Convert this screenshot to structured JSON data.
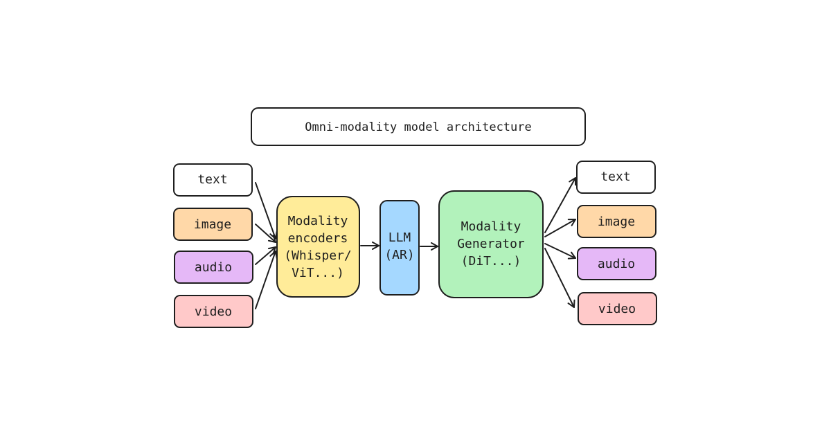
{
  "title": "Omni-modality model architecture",
  "inputs": [
    {
      "label": "text",
      "color": "#ffffff"
    },
    {
      "label": "image",
      "color": "#ffd8a8"
    },
    {
      "label": "audio",
      "color": "#e5b8f7"
    },
    {
      "label": "video",
      "color": "#ffc9c9"
    }
  ],
  "encoder": {
    "lines": [
      "Modality",
      "encoders",
      "(Whisper/",
      "ViT...)"
    ],
    "color": "#ffec99"
  },
  "llm": {
    "lines": [
      "LLM",
      "(AR)"
    ],
    "color": "#a5d8ff"
  },
  "generator": {
    "lines": [
      "Modality",
      "Generator",
      "(DiT...)"
    ],
    "color": "#b2f2bb"
  },
  "outputs": [
    {
      "label": "text",
      "color": "#ffffff"
    },
    {
      "label": "image",
      "color": "#ffd8a8"
    },
    {
      "label": "audio",
      "color": "#e5b8f7"
    },
    {
      "label": "video",
      "color": "#ffc9c9"
    }
  ]
}
